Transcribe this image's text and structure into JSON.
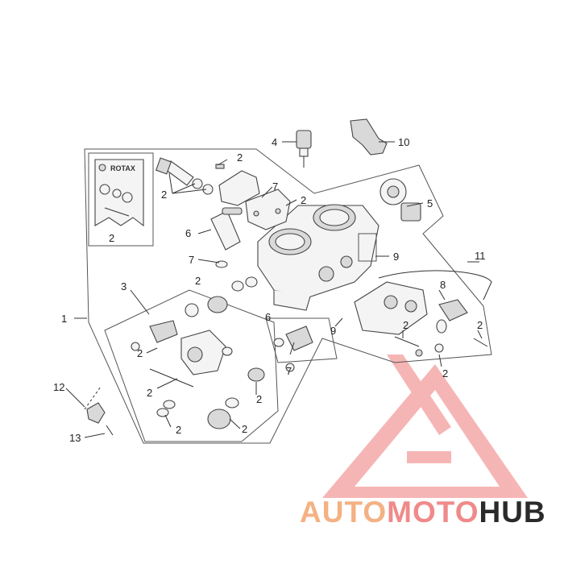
{
  "diagram": {
    "callouts": {
      "n1": "1",
      "n2": "2",
      "n3": "3",
      "n4": "4",
      "n5": "5",
      "n6": "6",
      "n7": "7",
      "n8": "8",
      "n9": "9",
      "n10": "10",
      "n11": "11",
      "n12": "12",
      "n13": "13"
    },
    "kit_card": {
      "brand": "ROTAX",
      "label": "2"
    }
  },
  "watermark": {
    "part1": "AUTO",
    "part2": "MOTO",
    "part3": "HUB",
    "colors": {
      "auto": "#f4b183",
      "moto": "#f08a8a",
      "hub": "#2a2a2a",
      "triangle": "#f07a7a"
    }
  }
}
